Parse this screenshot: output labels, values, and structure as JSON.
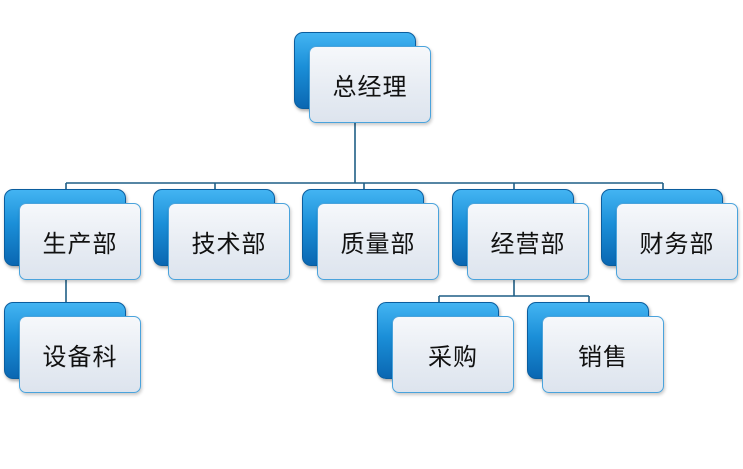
{
  "org_chart": {
    "root": {
      "label": "总经理"
    },
    "departments": [
      {
        "label": "生产部",
        "children": [
          {
            "label": "设备科"
          }
        ]
      },
      {
        "label": "技术部",
        "children": []
      },
      {
        "label": "质量部",
        "children": []
      },
      {
        "label": "经营部",
        "children": [
          {
            "label": "采购"
          },
          {
            "label": "销售"
          }
        ]
      },
      {
        "label": "财务部",
        "children": []
      }
    ]
  },
  "colors": {
    "box_back": "#1b8fd8",
    "box_front": "#e7ecf3",
    "box_border": "#4aa3dc",
    "connector": "#1f5f86",
    "text": "#111111"
  }
}
